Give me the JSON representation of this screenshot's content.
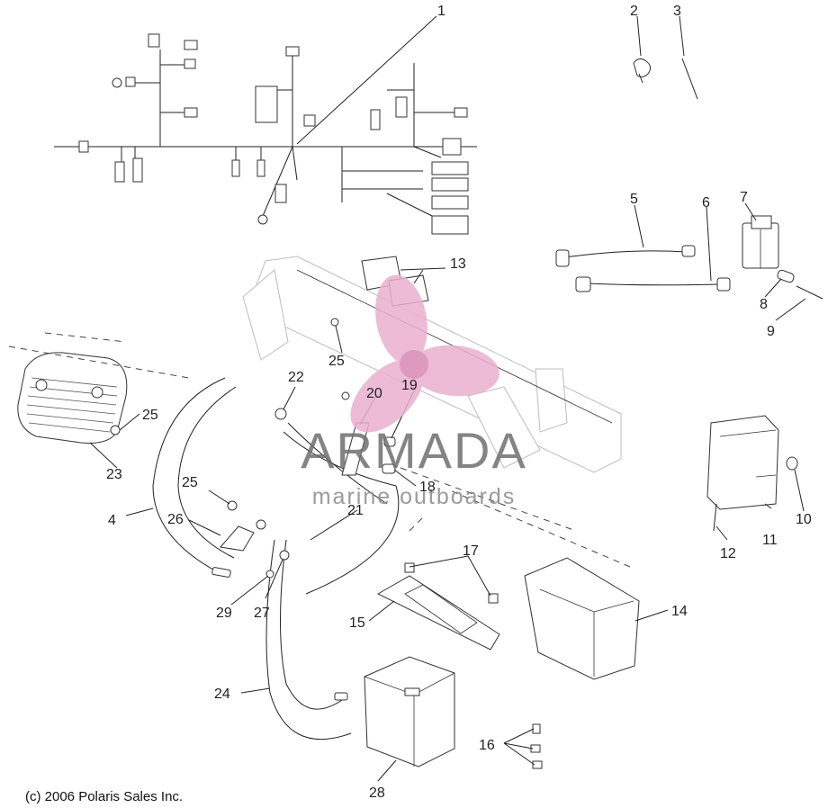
{
  "copyright": "(c) 2006 Polaris Sales Inc.",
  "watermark": {
    "brand": "ARMADA",
    "tagline": "marine outboards",
    "color": "#e9a9c9"
  },
  "callouts": [
    "1",
    "2",
    "3",
    "4",
    "5",
    "6",
    "7",
    "8",
    "9",
    "10",
    "11",
    "12",
    "13",
    "14",
    "15",
    "16",
    "17",
    "18",
    "19",
    "20",
    "21",
    "22",
    "23",
    "24",
    "25",
    "25",
    "25",
    "26",
    "27",
    "28",
    "29"
  ]
}
